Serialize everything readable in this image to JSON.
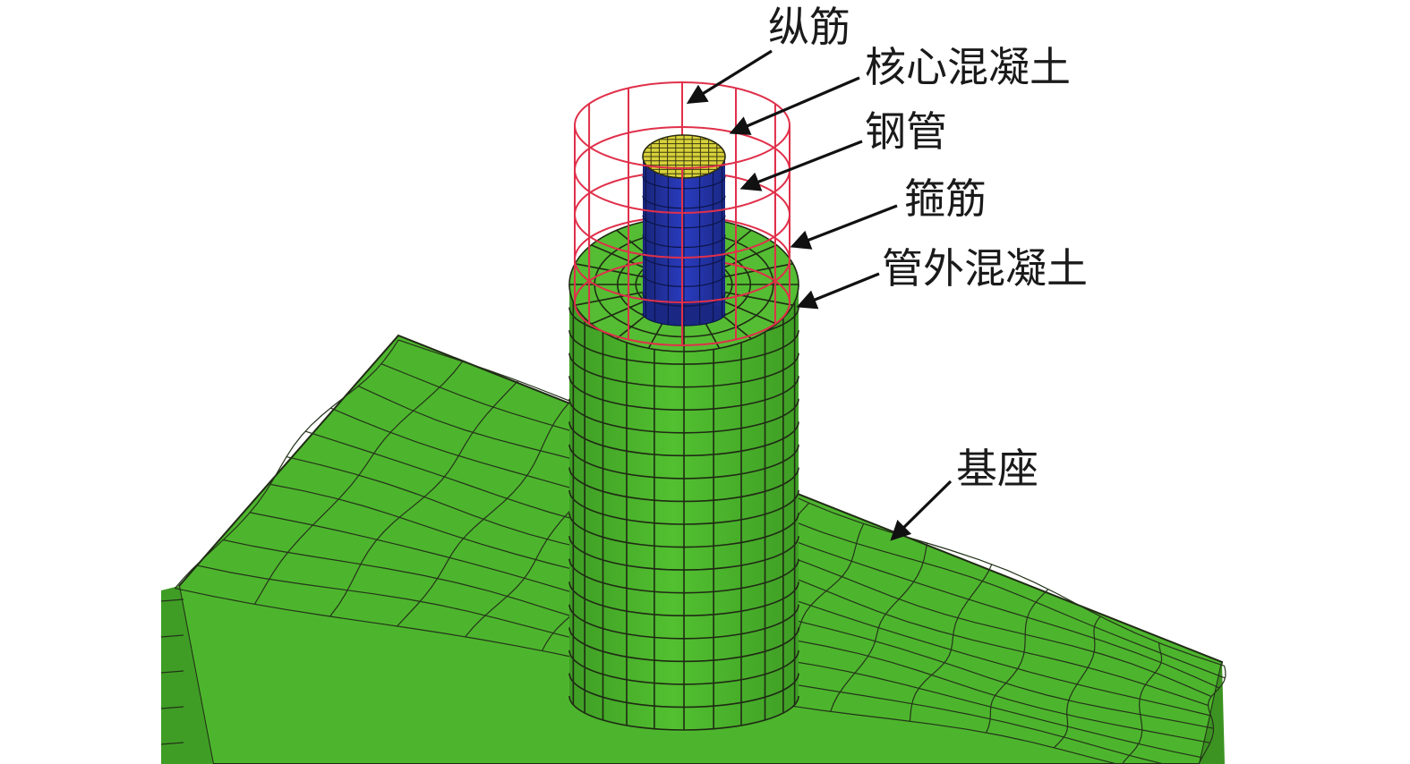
{
  "labels": {
    "longitudinal_rebar": "纵筋",
    "core_concrete": "核心混凝土",
    "steel_tube": "钢管",
    "stirrup": "箍筋",
    "outer_concrete": "管外混凝土",
    "base": "基座"
  },
  "colors": {
    "concrete_green": "#4cb72e",
    "concrete_green_dark": "#3e9d24",
    "concrete_green_side": "#46a82a",
    "steel_tube_blue": "#1f2f9c",
    "core_yellow": "#d8d23a",
    "rebar_red": "#e0304a",
    "mesh_line": "#1f2a14"
  }
}
